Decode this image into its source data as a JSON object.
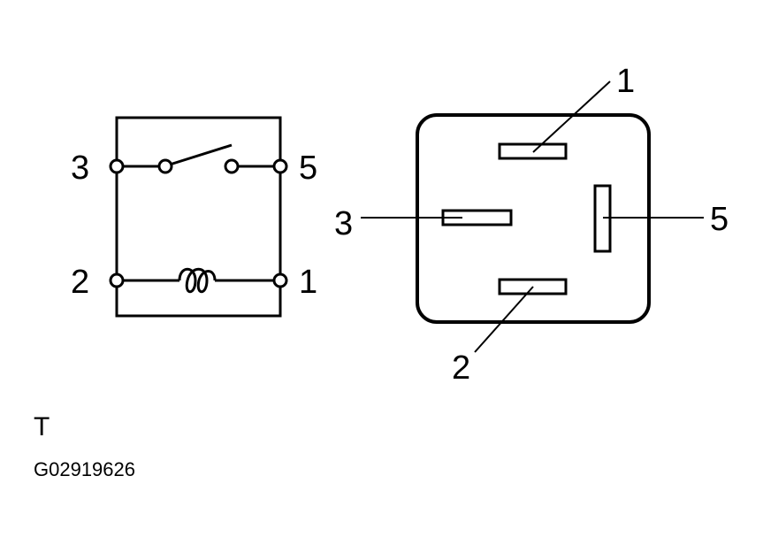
{
  "schematic": {
    "pins": {
      "p3": "3",
      "p5": "5",
      "p2": "2",
      "p1": "1"
    }
  },
  "connector": {
    "pins": {
      "p1": "1",
      "p3": "3",
      "p5": "5",
      "p2": "2"
    }
  },
  "view_letter": "T",
  "figure_code": "G02919626",
  "colors": {
    "line": "#000000",
    "background": "#ffffff"
  }
}
